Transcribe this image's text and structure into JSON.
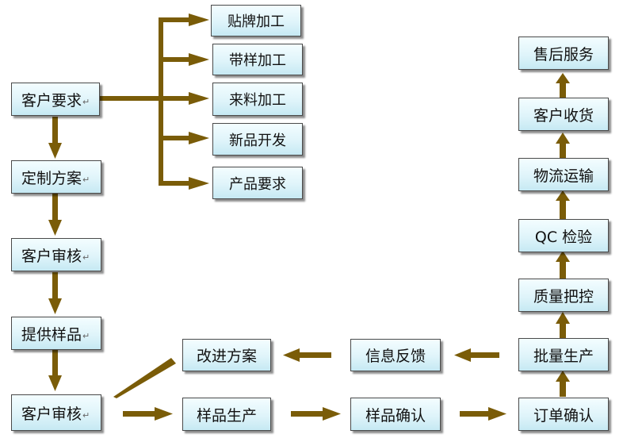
{
  "colors": {
    "arrow": "#7a5c08",
    "box_border": "#4a4a4a",
    "box_fill": "#dff4fa"
  },
  "left_column": [
    {
      "id": "customer-request",
      "label": "客户要求"
    },
    {
      "id": "custom-plan",
      "label": "定制方案"
    },
    {
      "id": "customer-review-1",
      "label": "客户审核"
    },
    {
      "id": "provide-samples",
      "label": "提供样品"
    },
    {
      "id": "customer-review-2",
      "label": "客户审核"
    }
  ],
  "branches": [
    {
      "id": "oem-labeling",
      "label": "贴牌加工"
    },
    {
      "id": "sample-processing",
      "label": "带样加工"
    },
    {
      "id": "material-processing",
      "label": "来料加工"
    },
    {
      "id": "new-product-dev",
      "label": "新品开发"
    },
    {
      "id": "product-requirements",
      "label": "产品要求"
    }
  ],
  "middle": [
    {
      "id": "improvement-plan",
      "label": "改进方案"
    },
    {
      "id": "feedback",
      "label": "信息反馈"
    },
    {
      "id": "sample-production",
      "label": "样品生产"
    },
    {
      "id": "sample-confirmation",
      "label": "样品确认"
    }
  ],
  "right_column": [
    {
      "id": "after-sales",
      "label": "售后服务"
    },
    {
      "id": "customer-receipt",
      "label": "客户收货"
    },
    {
      "id": "logistics",
      "label": "物流运输"
    },
    {
      "id": "qc-inspection",
      "label": "QC 检验"
    },
    {
      "id": "quality-control",
      "label": "质量把控"
    },
    {
      "id": "mass-production",
      "label": "批量生产"
    },
    {
      "id": "order-confirmation",
      "label": "订单确认"
    }
  ],
  "return_mark": "↵"
}
